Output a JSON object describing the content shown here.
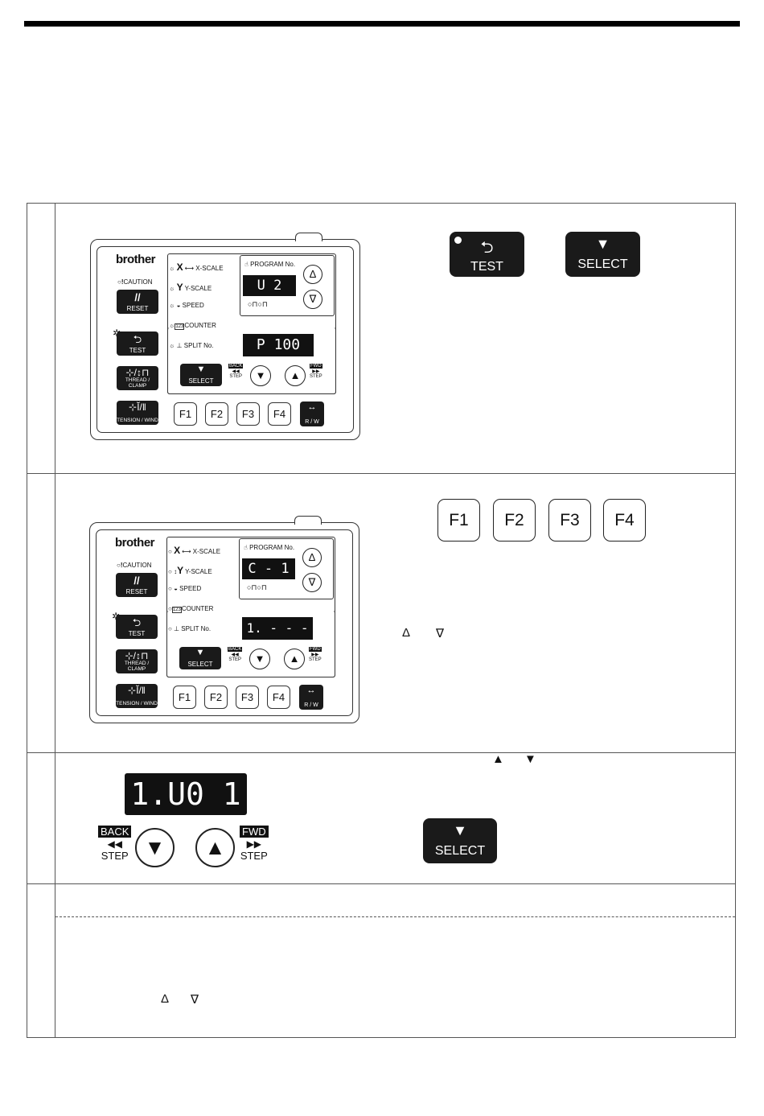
{
  "panel": {
    "brand": "brother",
    "caution": "CAUTION",
    "reset": "RESET",
    "test": "TEST",
    "thread_clamp": "THREAD / CLAMP",
    "tension_wind": "TENSION / WIND",
    "x_scale": "X-SCALE",
    "y_scale": "Y-SCALE",
    "speed": "SPEED",
    "counter": "COUNTER",
    "split_no": "SPLIT No.",
    "program_no": "PROGRAM No.",
    "select": "SELECT",
    "back": "BACK",
    "fwd": "FWD",
    "step": "STEP",
    "f1": "F1",
    "f2": "F2",
    "f3": "F3",
    "f4": "F4",
    "rw": "R / W",
    "x_letter": "X",
    "y_letter": "Y",
    "counter_box": "123"
  },
  "panel1": {
    "program_display": "U  2",
    "main_display": "P 100"
  },
  "panel2": {
    "program_display": "C - 1",
    "main_display": "1. - - -"
  },
  "row1": {
    "test_label": "TEST",
    "select_label": "SELECT"
  },
  "row2": {
    "f_keys": [
      "F1",
      "F2",
      "F3",
      "F4"
    ],
    "up_symbol": "Δ",
    "down_symbol": "∇"
  },
  "row3": {
    "display": "1.U0 1",
    "back": "BACK",
    "fwd": "FWD",
    "step": "STEP",
    "select_label": "SELECT",
    "up_tri": "▲",
    "down_tri": "▼"
  },
  "row4": {
    "up_symbol": "Δ",
    "down_symbol": "∇"
  }
}
